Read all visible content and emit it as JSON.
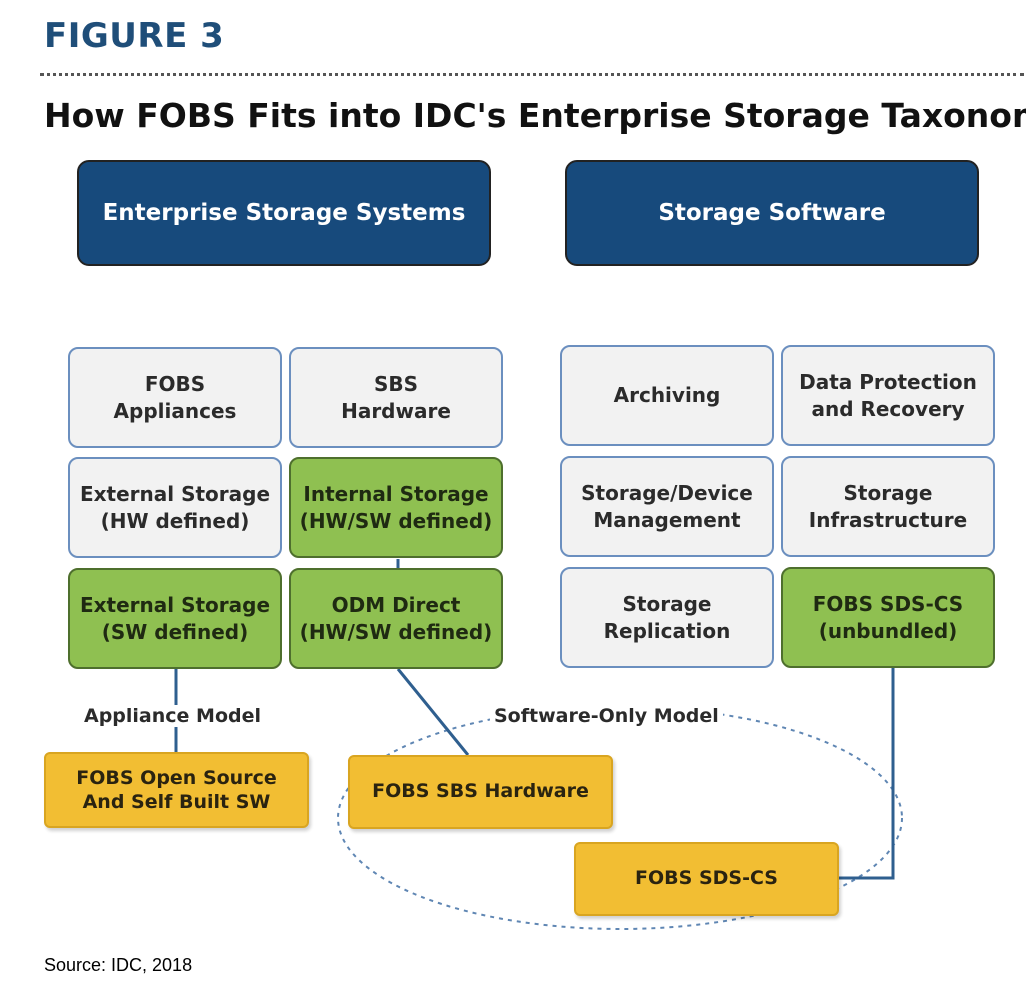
{
  "figure": {
    "label": "FIGURE 3",
    "title": "How FOBS Fits into IDC's Enterprise Storage Taxonomy",
    "source": "Source: IDC, 2018"
  },
  "headers": {
    "enterprise_storage_systems": "Enterprise Storage Systems",
    "storage_software": "Storage Software"
  },
  "left_grid": {
    "fobs_appliances": "FOBS\nAppliances",
    "sbs_hardware": "SBS\nHardware",
    "external_storage_hw": "External Storage\n(HW defined)",
    "internal_storage": "Internal Storage\n(HW/SW defined)",
    "external_storage_sw": "External Storage\n(SW defined)",
    "odm_direct": "ODM Direct\n(HW/SW defined)"
  },
  "right_grid": {
    "archiving": "Archiving",
    "data_protection": "Data Protection\nand Recovery",
    "storage_device_management": "Storage/Device\nManagement",
    "storage_infrastructure": "Storage\nInfrastructure",
    "storage_replication": "Storage\nReplication",
    "fobs_sds_cs_unbundled": "FOBS SDS-CS\n(unbundled)"
  },
  "models": {
    "appliance_model": "Appliance Model",
    "software_only_model": "Software-Only Model",
    "fobs_open_source": "FOBS Open Source\nAnd Self Built SW",
    "fobs_sbs_hardware": "FOBS SBS Hardware",
    "fobs_sds_cs": "FOBS SDS-CS"
  },
  "colors": {
    "header_blue": "#174a7c",
    "green": "#8fc051",
    "gold": "#f2be33",
    "connector": "#2f5f8f"
  }
}
